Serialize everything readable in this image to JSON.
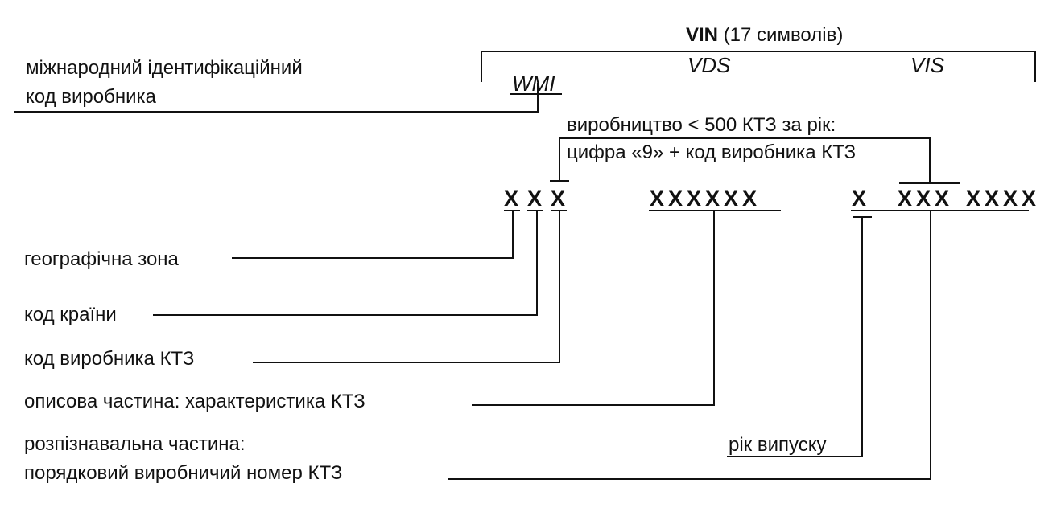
{
  "vin": {
    "name": "VIN",
    "length_note": "(17 символів)"
  },
  "sections": {
    "wmi": "WMI",
    "vds": "VDS",
    "vis": "VIS"
  },
  "manufacturer_code_label": [
    "міжнародний ідентифікаційний",
    "код виробника"
  ],
  "small_production_note": [
    "виробництво < 500 КТЗ за рік:",
    "цифра «9» + код виробника КТЗ"
  ],
  "characters": {
    "wmi": [
      "X",
      "X",
      "X"
    ],
    "vds": "XXXXXX",
    "vis_first": "X",
    "vis_mid": "XXX",
    "vis_rest": "XXXX"
  },
  "labels": {
    "geo_zone": "географічна зона",
    "country_code": "код країни",
    "manufacturer_code": "код виробника КТЗ",
    "descriptive_part": "описова частина: характеристика КТЗ",
    "identification_part": [
      "розпізнавальна частина:",
      "порядковий виробничий номер КТЗ"
    ],
    "model_year": "рік випуску"
  }
}
